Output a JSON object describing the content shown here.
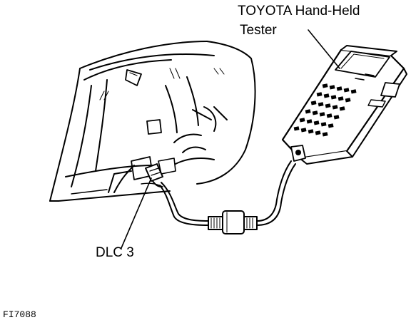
{
  "labels": {
    "tester_title": "TOYOTA Hand-Held",
    "tester_sub": "Tester",
    "connector": "DLC 3",
    "figure_id": "FI7088"
  },
  "colors": {
    "ink": "#000000",
    "paper": "#ffffff"
  }
}
